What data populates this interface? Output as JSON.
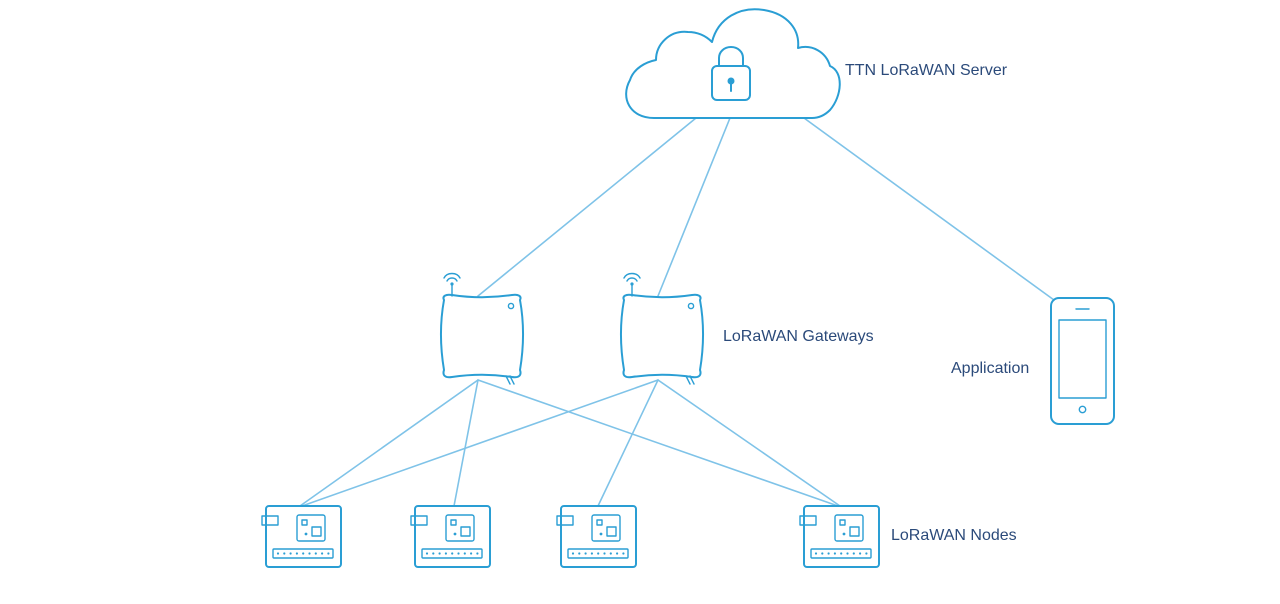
{
  "labels": {
    "server": "TTN LoRaWAN Server",
    "gateways": "LoRaWAN Gateways",
    "application": "Application",
    "nodes": "LoRaWAN Nodes"
  },
  "icons": {
    "server": "cloud-lock-icon",
    "gateway": "gateway-router-icon",
    "application": "smartphone-icon",
    "node": "circuit-board-icon"
  },
  "colors": {
    "outline": "#2a9ed4",
    "link": "#7fc3e8",
    "label": "#2b4a7a"
  }
}
